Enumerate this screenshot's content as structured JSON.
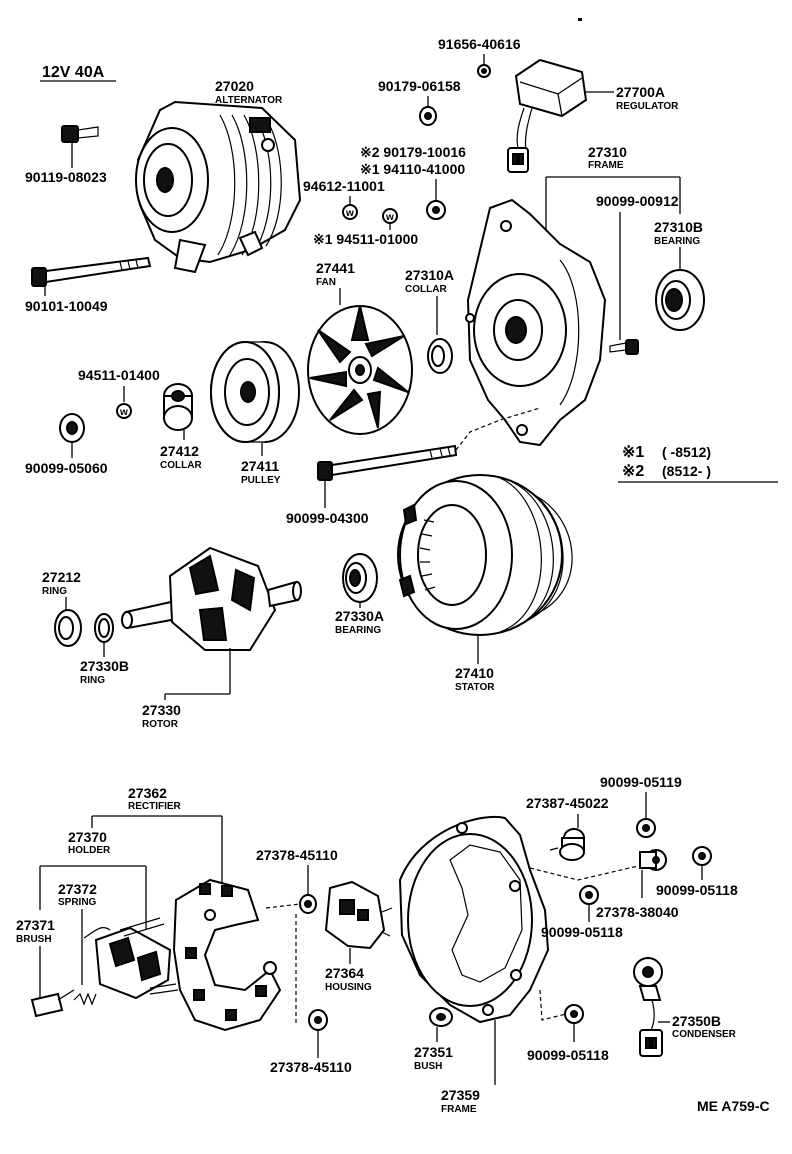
{
  "spec": "12V 40A",
  "sheet_code": "ME A759-C",
  "notes": [
    {
      "mark": "※1",
      "range": "(      -8512)"
    },
    {
      "mark": "※2",
      "range": "(8512-       )"
    }
  ],
  "parts": {
    "alternator": {
      "number": "27020",
      "name": "ALTERNATOR"
    },
    "bolt_08023": {
      "number": "90119-08023"
    },
    "bolt_10049": {
      "number": "90101-10049"
    },
    "plug_40616": {
      "number": "91656-40616"
    },
    "nut_06158": {
      "number": "90179-06158"
    },
    "regulator": {
      "number": "27700A",
      "name": "REGULATOR"
    },
    "nut_10016": {
      "number": "※2  90179-10016"
    },
    "nut_41000": {
      "number": "※1  94110-41000"
    },
    "washer_11001": {
      "number": "94612-11001"
    },
    "washer_01000": {
      "number": "※1  94511-01000"
    },
    "frame_front": {
      "number": "27310",
      "name": "FRAME"
    },
    "screw_00912": {
      "number": "90099-00912"
    },
    "bearing_front": {
      "number": "27310B",
      "name": "BEARING"
    },
    "fan": {
      "number": "27441",
      "name": "FAN"
    },
    "collar_front": {
      "number": "27310A",
      "name": "COLLAR"
    },
    "washer_01400": {
      "number": "94511-01400"
    },
    "nut_05060": {
      "number": "90099-05060"
    },
    "collar": {
      "number": "27412",
      "name": "COLLAR"
    },
    "pulley": {
      "number": "27411",
      "name": "PULLEY"
    },
    "bolt_04300": {
      "number": "90099-04300"
    },
    "ring_27212": {
      "number": "27212",
      "name": "RING"
    },
    "ring_27330b": {
      "number": "27330B",
      "name": "RING"
    },
    "rotor": {
      "number": "27330",
      "name": "ROTOR"
    },
    "bearing_rear": {
      "number": "27330A",
      "name": "BEARING"
    },
    "stator": {
      "number": "27410",
      "name": "STATOR"
    },
    "rectifier": {
      "number": "27362",
      "name": "RECTIFIER"
    },
    "holder": {
      "number": "27370",
      "name": "HOLDER"
    },
    "spring": {
      "number": "27372",
      "name": "SPRING"
    },
    "brush": {
      "number": "27371",
      "name": "BRUSH"
    },
    "insulator_top": {
      "number": "27378-45110"
    },
    "insulator_bottom": {
      "number": "27378-45110"
    },
    "housing": {
      "number": "27364",
      "name": "HOUSING"
    },
    "terminal_45022": {
      "number": "27387-45022"
    },
    "nut_05119": {
      "number": "90099-05119"
    },
    "nut_05118_a": {
      "number": "90099-05118"
    },
    "insulator_38040": {
      "number": "27378-38040"
    },
    "nut_05118_b": {
      "number": "90099-05118"
    },
    "nut_05118_c": {
      "number": "90099-05118"
    },
    "condenser": {
      "number": "27350B",
      "name": "CONDENSER"
    },
    "bush": {
      "number": "27351",
      "name": "BUSH"
    },
    "frame_rear": {
      "number": "27359",
      "name": "FRAME"
    }
  }
}
